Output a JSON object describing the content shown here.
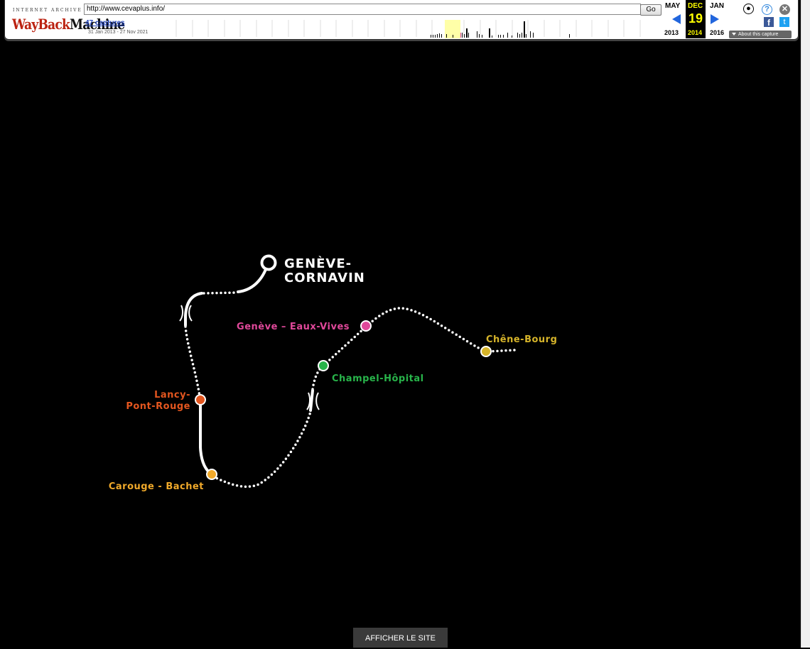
{
  "toolbar": {
    "logo_top": "INTERNET ARCHIVE",
    "logo_way": "WayBack",
    "logo_machine": "Machine",
    "url": "http://www.cevaplus.info/",
    "go_label": "Go",
    "captures": "47 captures",
    "range": "31 Jan 2013 - 27 Nov 2021",
    "prev_month": "MAY",
    "cur_month": "DEC",
    "next_month": "JAN",
    "prev_year": "2013",
    "cur_year": "2014",
    "next_year": "2016",
    "day": "19",
    "about": "About this capture",
    "icons": [
      "user-icon",
      "help-icon",
      "close-icon",
      "facebook-icon",
      "twitter-icon"
    ]
  },
  "map": {
    "terminus_line1": "GENÈVE-",
    "terminus_line2": "CORNAVIN",
    "stations": [
      {
        "id": "eaux-vives",
        "label": "Genève – Eaux-Vives",
        "color": "#e0489a"
      },
      {
        "id": "champel",
        "label": "Champel-Hôpital",
        "color": "#28b44a"
      },
      {
        "id": "chene-bourg",
        "label": "Chêne-Bourg",
        "color": "#d6b42a"
      },
      {
        "id": "lancy",
        "label_line1": "Lancy-",
        "label_line2": "Pont-Rouge",
        "color": "#e4561f"
      },
      {
        "id": "carouge",
        "label": "Carouge - Bachet",
        "color": "#f0a92a"
      }
    ]
  },
  "show_site_label": "AFFICHER LE SITE"
}
